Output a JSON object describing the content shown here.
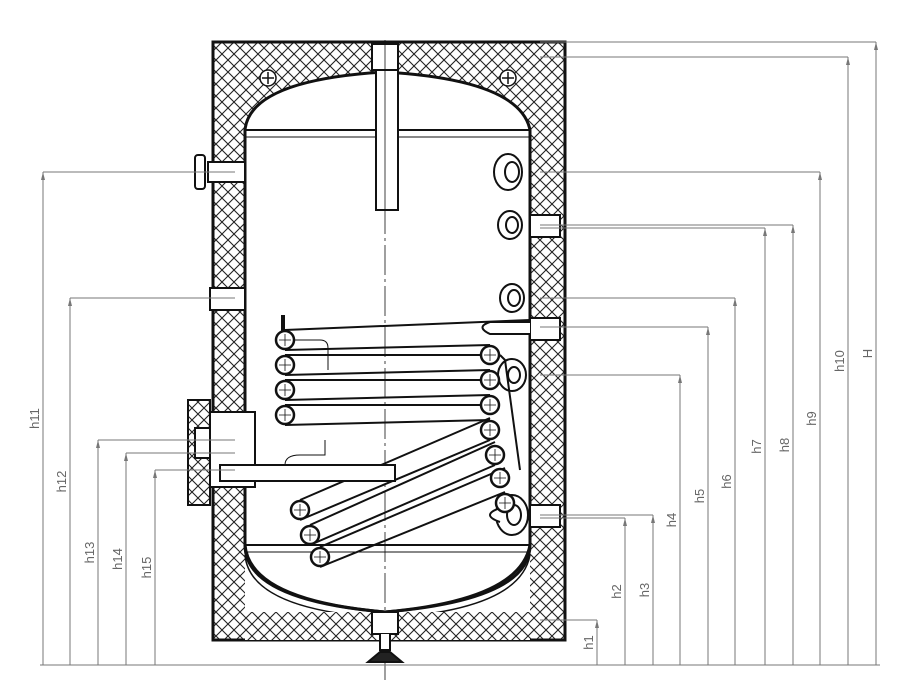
{
  "title": "Tank cross-section with dimension labels",
  "dimensions": {
    "right": [
      "h1",
      "h2",
      "h3",
      "h4",
      "h5",
      "h6",
      "h7",
      "h8",
      "h9",
      "h10",
      "H"
    ],
    "left": [
      "h11",
      "h12",
      "h13",
      "h14",
      "h15"
    ]
  },
  "colors": {
    "line": "#111111",
    "dim": "#777777",
    "hatch": "#222222"
  }
}
